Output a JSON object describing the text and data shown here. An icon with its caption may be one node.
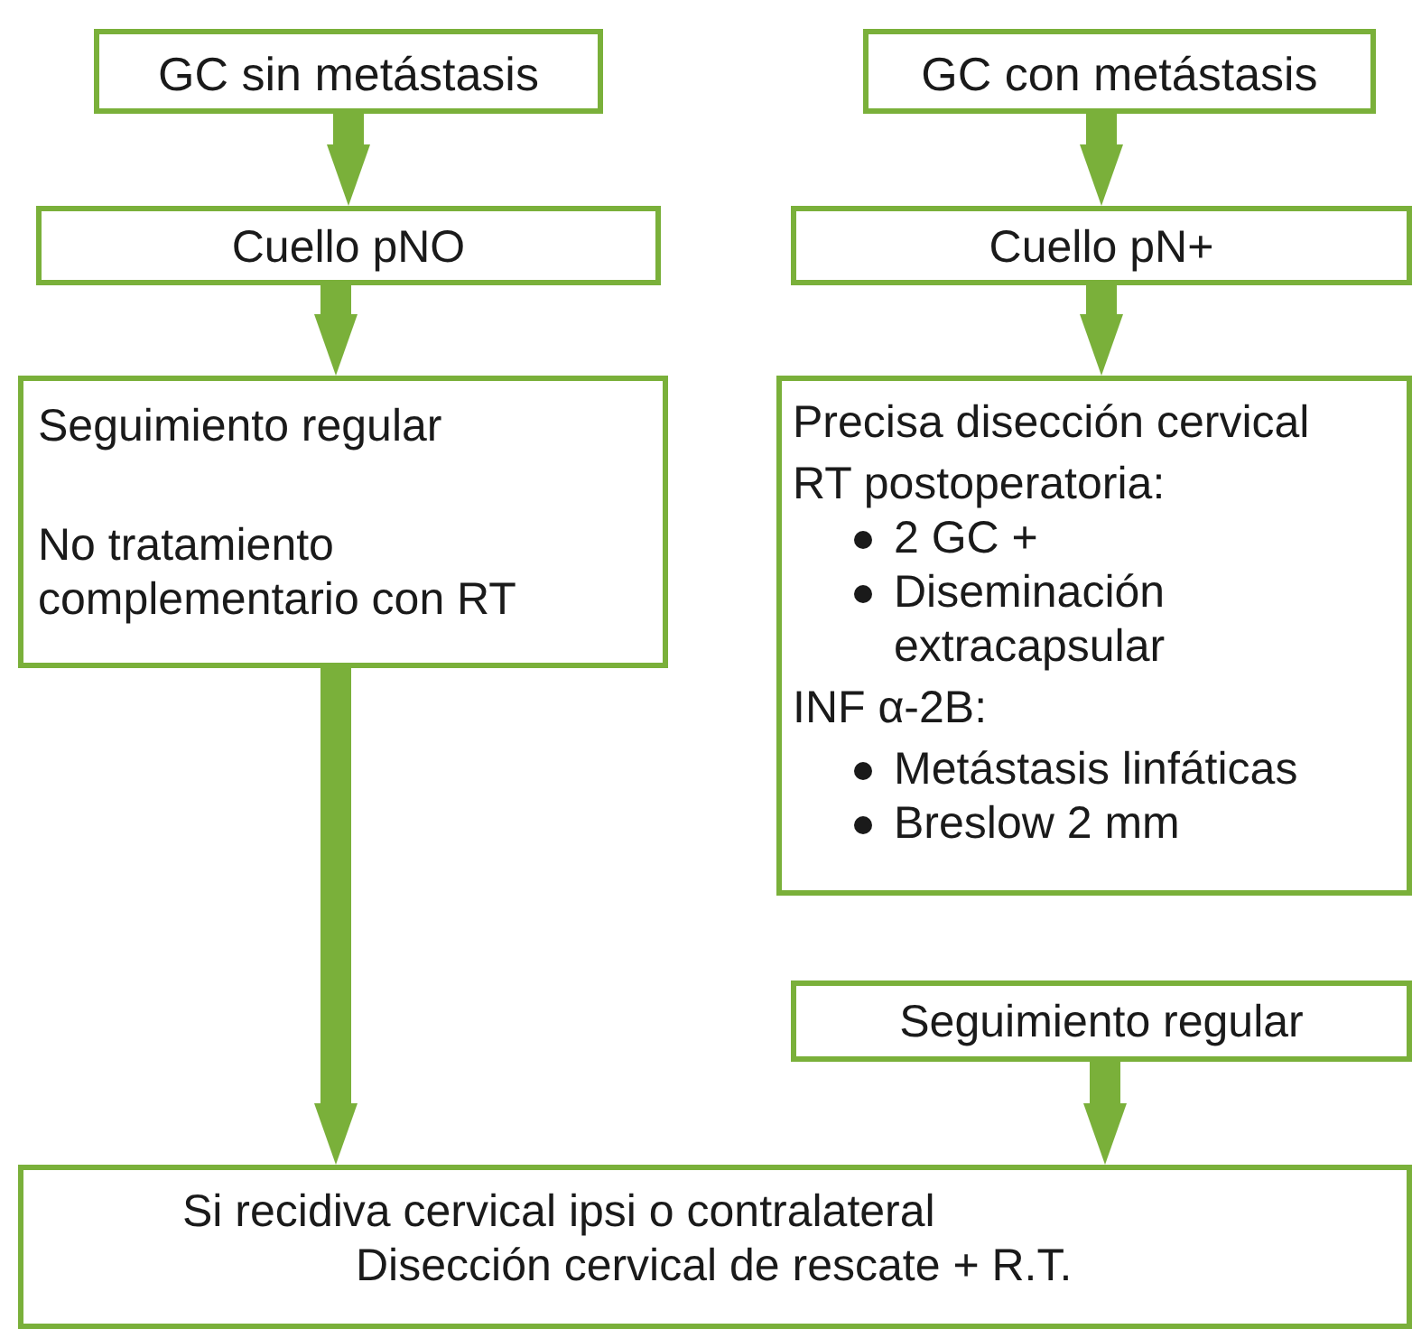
{
  "diagram": {
    "nodes": [
      {
        "text": [
          "GC sin metástasis"
        ]
      },
      {
        "text": [
          "GC con metástasis"
        ]
      },
      {
        "text": [
          "Cuello pNO"
        ]
      },
      {
        "text": [
          "Cuello pN+"
        ]
      },
      {
        "text": [
          "Seguimiento regular",
          "No tratamiento complementario con RT"
        ]
      },
      {
        "text": [
          "Precisa disección cervical",
          "RT postoperatoria:",
          "2 GC +",
          "Diseminación extracapsular",
          "INF α-2B:",
          "Metástasis linfáticas",
          "Breslow 2 mm"
        ]
      },
      {
        "text": [
          "Seguimiento regular"
        ]
      },
      {
        "text": [
          "Si recidiva cervical ipsi o contralateral",
          "Disección cervical de rescate + R.T."
        ]
      }
    ],
    "edges": [
      {
        "from": 0,
        "to": 2,
        "arrow": "to"
      },
      {
        "from": 1,
        "to": 3,
        "arrow": "to"
      },
      {
        "from": 2,
        "to": 4,
        "arrow": "to"
      },
      {
        "from": 3,
        "to": 5,
        "arrow": "to"
      },
      {
        "from": 4,
        "to": 7,
        "arrow": "to"
      },
      {
        "from": 6,
        "to": 7,
        "arrow": "to"
      }
    ]
  }
}
